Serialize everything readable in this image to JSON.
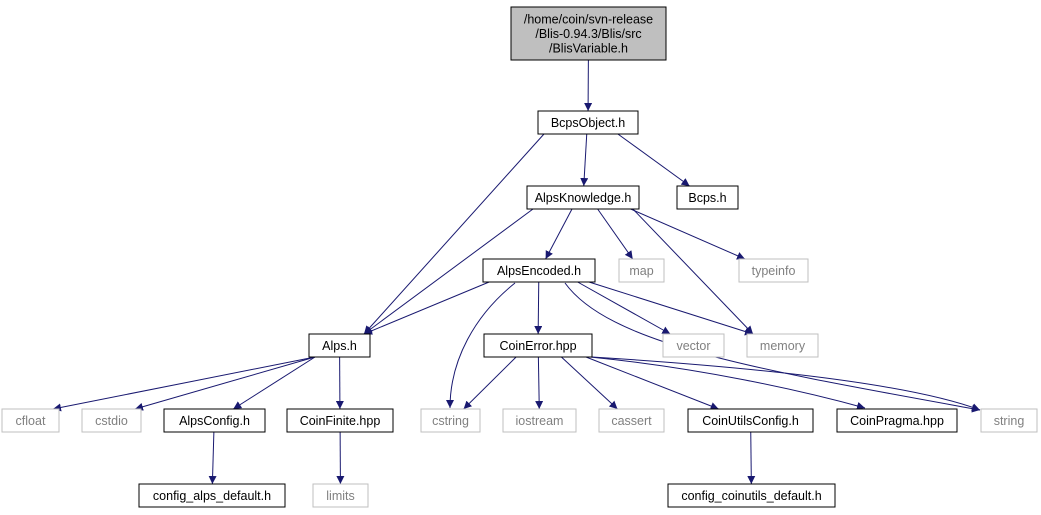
{
  "diagram": {
    "type": "include-dependency-graph",
    "colors": {
      "edge": "#191970",
      "focus_fill": "#bfbfbf",
      "border_normal": "#000000",
      "border_external": "#bfbfbf",
      "text_normal": "#000000",
      "text_external": "#808080"
    },
    "nodes": [
      {
        "id": "blisvariable",
        "lines": [
          "/home/coin/svn-release",
          "/Blis-0.94.3/Blis/src",
          "/BlisVariable.h"
        ],
        "style": "focus"
      },
      {
        "id": "bcpsobject",
        "lines": [
          "BcpsObject.h"
        ],
        "style": "normal"
      },
      {
        "id": "alpsknowledge",
        "lines": [
          "AlpsKnowledge.h"
        ],
        "style": "normal"
      },
      {
        "id": "bcps",
        "lines": [
          "Bcps.h"
        ],
        "style": "normal"
      },
      {
        "id": "alpsencoded",
        "lines": [
          "AlpsEncoded.h"
        ],
        "style": "normal"
      },
      {
        "id": "map",
        "lines": [
          "map"
        ],
        "style": "external"
      },
      {
        "id": "typeinfo",
        "lines": [
          "typeinfo"
        ],
        "style": "external"
      },
      {
        "id": "alps",
        "lines": [
          "Alps.h"
        ],
        "style": "normal"
      },
      {
        "id": "coinerror",
        "lines": [
          "CoinError.hpp"
        ],
        "style": "normal"
      },
      {
        "id": "vector",
        "lines": [
          "vector"
        ],
        "style": "external"
      },
      {
        "id": "memory",
        "lines": [
          "memory"
        ],
        "style": "external"
      },
      {
        "id": "cfloat",
        "lines": [
          "cfloat"
        ],
        "style": "external"
      },
      {
        "id": "cstdio",
        "lines": [
          "cstdio"
        ],
        "style": "external"
      },
      {
        "id": "alpsconfig",
        "lines": [
          "AlpsConfig.h"
        ],
        "style": "normal"
      },
      {
        "id": "coinfinite",
        "lines": [
          "CoinFinite.hpp"
        ],
        "style": "normal"
      },
      {
        "id": "cstring",
        "lines": [
          "cstring"
        ],
        "style": "external"
      },
      {
        "id": "iostream",
        "lines": [
          "iostream"
        ],
        "style": "external"
      },
      {
        "id": "cassert",
        "lines": [
          "cassert"
        ],
        "style": "external"
      },
      {
        "id": "coinutilsconfig",
        "lines": [
          "CoinUtilsConfig.h"
        ],
        "style": "normal"
      },
      {
        "id": "coinpragma",
        "lines": [
          "CoinPragma.hpp"
        ],
        "style": "normal"
      },
      {
        "id": "string",
        "lines": [
          "string"
        ],
        "style": "external"
      },
      {
        "id": "config_alps_default",
        "lines": [
          "config_alps_default.h"
        ],
        "style": "normal"
      },
      {
        "id": "limits",
        "lines": [
          "limits"
        ],
        "style": "external"
      },
      {
        "id": "config_coinutils_default",
        "lines": [
          "config_coinutils_default.h"
        ],
        "style": "normal"
      }
    ],
    "edges": [
      {
        "from": "blisvariable",
        "to": "bcpsobject"
      },
      {
        "from": "bcpsobject",
        "to": "alps"
      },
      {
        "from": "bcpsobject",
        "to": "alpsknowledge"
      },
      {
        "from": "bcpsobject",
        "to": "bcps"
      },
      {
        "from": "alpsknowledge",
        "to": "alps"
      },
      {
        "from": "alpsknowledge",
        "to": "alpsencoded"
      },
      {
        "from": "alpsknowledge",
        "to": "map"
      },
      {
        "from": "alpsknowledge",
        "to": "typeinfo"
      },
      {
        "from": "alpsknowledge",
        "to": "memory"
      },
      {
        "from": "alpsencoded",
        "to": "alps"
      },
      {
        "from": "alpsencoded",
        "to": "cstring"
      },
      {
        "from": "alpsencoded",
        "to": "coinerror"
      },
      {
        "from": "alpsencoded",
        "to": "vector"
      },
      {
        "from": "alpsencoded",
        "to": "memory"
      },
      {
        "from": "alpsencoded",
        "to": "string"
      },
      {
        "from": "alps",
        "to": "cfloat"
      },
      {
        "from": "alps",
        "to": "cstdio"
      },
      {
        "from": "alps",
        "to": "alpsconfig"
      },
      {
        "from": "alps",
        "to": "coinfinite"
      },
      {
        "from": "alpsconfig",
        "to": "config_alps_default"
      },
      {
        "from": "coinfinite",
        "to": "limits"
      },
      {
        "from": "coinerror",
        "to": "cstring"
      },
      {
        "from": "coinerror",
        "to": "iostream"
      },
      {
        "from": "coinerror",
        "to": "cassert"
      },
      {
        "from": "coinerror",
        "to": "coinutilsconfig"
      },
      {
        "from": "coinerror",
        "to": "coinpragma"
      },
      {
        "from": "coinerror",
        "to": "string"
      },
      {
        "from": "coinutilsconfig",
        "to": "config_coinutils_default"
      }
    ]
  }
}
